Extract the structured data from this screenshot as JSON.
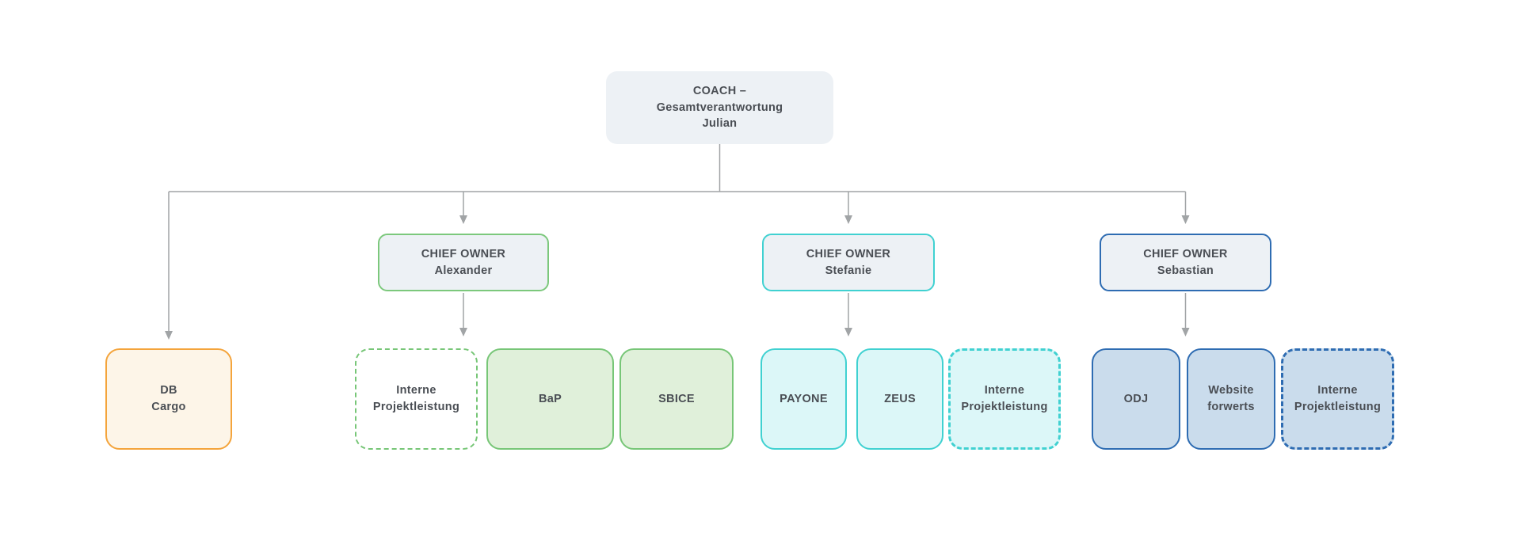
{
  "root": {
    "label": "COACH –\nGesamtverantwortung\nJulian"
  },
  "owners": [
    {
      "label": "CHIEF OWNER\nAlexander",
      "accent": "#77c677"
    },
    {
      "label": "CHIEF OWNER\nStefanie",
      "accent": "#40d1d1"
    },
    {
      "label": "CHIEF OWNER\nSebastian",
      "accent": "#2e6cb2"
    }
  ],
  "leaves": [
    {
      "label": "DB\nCargo",
      "group": "coach",
      "border": "#f4a43b",
      "fill": "#fdf5e8",
      "border_style": "solid"
    },
    {
      "label": "Interne\nProjektleistung",
      "group": "alexander",
      "border": "#77c677",
      "fill": "#ffffff",
      "border_style": "dashed"
    },
    {
      "label": "BaP",
      "group": "alexander",
      "border": "#77c677",
      "fill": "#e0f0da",
      "border_style": "solid"
    },
    {
      "label": "SBICE",
      "group": "alexander",
      "border": "#77c677",
      "fill": "#e0f0da",
      "border_style": "solid"
    },
    {
      "label": "PAYONE",
      "group": "stefanie",
      "border": "#40d1d1",
      "fill": "#dcf7f8",
      "border_style": "solid"
    },
    {
      "label": "ZEUS",
      "group": "stefanie",
      "border": "#40d1d1",
      "fill": "#dcf7f8",
      "border_style": "solid"
    },
    {
      "label": "Interne\nProjektleistung",
      "group": "stefanie",
      "border": "#40d1d1",
      "fill": "#dcf7f8",
      "border_style": "dashed"
    },
    {
      "label": "ODJ",
      "group": "sebastian",
      "border": "#2e6cb2",
      "fill": "#cadcec",
      "border_style": "solid"
    },
    {
      "label": "Website\nforwerts",
      "group": "sebastian",
      "border": "#2e6cb2",
      "fill": "#cadcec",
      "border_style": "solid"
    },
    {
      "label": "Interne\nProjektleistung",
      "group": "sebastian",
      "border": "#2e6cb2",
      "fill": "#cadcec",
      "border_style": "dashed"
    }
  ],
  "colors": {
    "node_header_fill": "#edf1f5",
    "connector": "#a1a4a6",
    "text": "#4a4e54",
    "background": "#ffffff"
  }
}
